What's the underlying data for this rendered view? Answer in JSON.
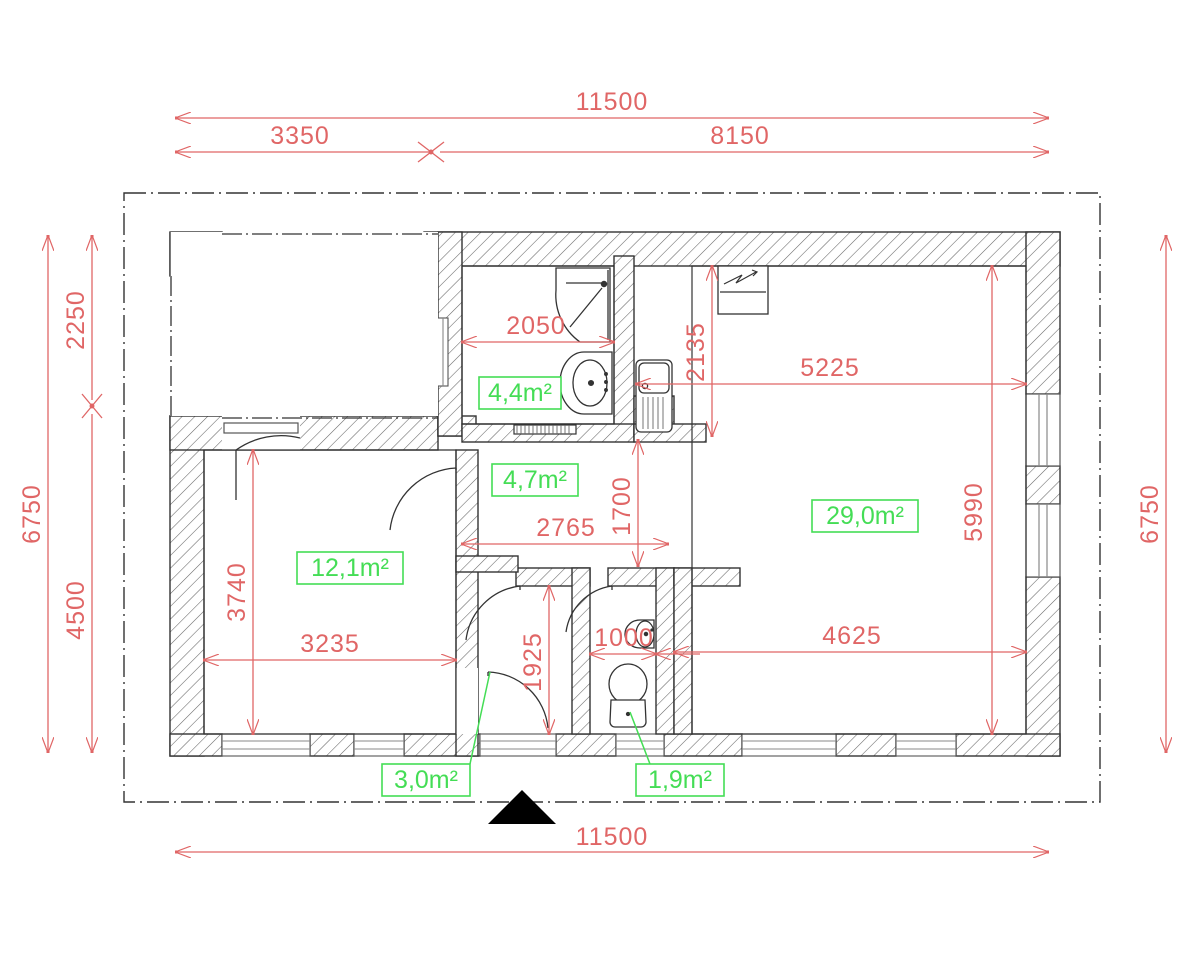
{
  "drawing": {
    "type": "architectural-floor-plan",
    "title": "House floor plan",
    "units": "mm",
    "colors": {
      "dimension": "#e06666",
      "area_label": "#44dd55",
      "wall": "#333333",
      "wall_hatch": "#555555",
      "boundary": "#333333",
      "background": "#ffffff"
    }
  },
  "dimensions": {
    "top_overall": "11500",
    "top_left_segment": "3350",
    "top_right_segment": "8150",
    "bottom_overall": "11500",
    "left_overall": "6750",
    "left_upper_segment": "2250",
    "left_lower_segment": "4500",
    "right_overall": "6750",
    "bath_width": "2050",
    "kitchen_depth": "2135",
    "living_width": "5225",
    "living_height": "5990",
    "living_bottom": "4625",
    "hall_width": "2765",
    "hall_right": "1700",
    "bedroom_height": "3740",
    "bedroom_width": "3235",
    "corridor_height": "1925",
    "wc_width": "1000"
  },
  "rooms": [
    {
      "name": "bathroom",
      "area": "4,4m²"
    },
    {
      "name": "hall",
      "area": "4,7m²"
    },
    {
      "name": "living-kitchen",
      "area": "29,0m²"
    },
    {
      "name": "bedroom",
      "area": "12,1m²"
    },
    {
      "name": "corridor",
      "area": "3,0m²"
    },
    {
      "name": "wc",
      "area": "1,9m²"
    }
  ],
  "fixtures": [
    {
      "name": "shower-cabin",
      "room": "bathroom"
    },
    {
      "name": "washbasin",
      "room": "bathroom"
    },
    {
      "name": "towel-radiator",
      "room": "bathroom"
    },
    {
      "name": "kitchen-sink",
      "room": "living-kitchen"
    },
    {
      "name": "stove",
      "room": "living-kitchen"
    },
    {
      "name": "toilet",
      "room": "wc"
    },
    {
      "name": "small-washbasin",
      "room": "wc"
    }
  ],
  "symbols": {
    "entrance_marker": "north-arrow-triangle"
  }
}
